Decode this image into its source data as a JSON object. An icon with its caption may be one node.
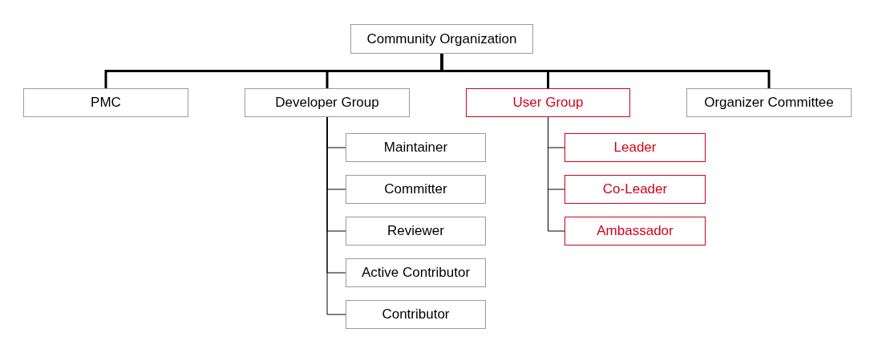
{
  "diagram": {
    "nodes": [
      {
        "text": [
          "Community Organization"
        ]
      },
      {
        "text": [
          "PMC"
        ]
      },
      {
        "text": [
          "Developer Group"
        ]
      },
      {
        "text": [
          "User Group"
        ]
      },
      {
        "text": [
          "Organizer Committee"
        ]
      },
      {
        "text": [
          "Maintainer"
        ]
      },
      {
        "text": [
          "Committer"
        ]
      },
      {
        "text": [
          "Reviewer"
        ]
      },
      {
        "text": [
          "Active Contributor"
        ]
      },
      {
        "text": [
          "Contributor"
        ]
      },
      {
        "text": [
          "Leader"
        ]
      },
      {
        "text": [
          "Co-Leader"
        ]
      },
      {
        "text": [
          "Ambassador"
        ]
      }
    ],
    "edges": [
      {
        "from": 0,
        "to": 1,
        "arrow": "none",
        "style": "thick"
      },
      {
        "from": 0,
        "to": 2,
        "arrow": "none",
        "style": "thick"
      },
      {
        "from": 0,
        "to": 3,
        "arrow": "none",
        "style": "thick"
      },
      {
        "from": 0,
        "to": 4,
        "arrow": "none",
        "style": "thick"
      },
      {
        "from": 2,
        "to": 5,
        "arrow": "none"
      },
      {
        "from": 2,
        "to": 6,
        "arrow": "none"
      },
      {
        "from": 2,
        "to": 7,
        "arrow": "none"
      },
      {
        "from": 2,
        "to": 8,
        "arrow": "none"
      },
      {
        "from": 2,
        "to": 9,
        "arrow": "none"
      },
      {
        "from": 3,
        "to": 10,
        "arrow": "none"
      },
      {
        "from": 3,
        "to": 11,
        "arrow": "none"
      },
      {
        "from": 3,
        "to": 12,
        "arrow": "none"
      }
    ]
  }
}
